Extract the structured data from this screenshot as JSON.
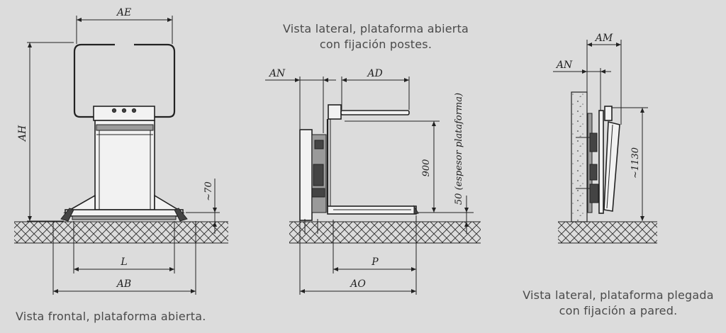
{
  "captions": {
    "front": "Vista frontal, plataforma abierta.",
    "side_open_l1": "Vista lateral, plataforma abierta",
    "side_open_l2": "con fijación postes.",
    "side_folded_l1": "Vista lateral, plataforma plegada",
    "side_folded_l2": "con fijación a pared."
  },
  "dimensions": {
    "ae": "AE",
    "ah": "AH",
    "approx70": "~70",
    "l": "L",
    "ab": "AB",
    "an_mid": "AN",
    "ad": "AD",
    "h900": "900",
    "thickness": "50 (espesor plataforma)",
    "p": "P",
    "ao": "AO",
    "am": "AM",
    "an_right": "AN",
    "approx1130": "~1130"
  },
  "colors": {
    "background": "#dcdcdc",
    "caption": "#4a4a4a",
    "line": "#222222"
  }
}
